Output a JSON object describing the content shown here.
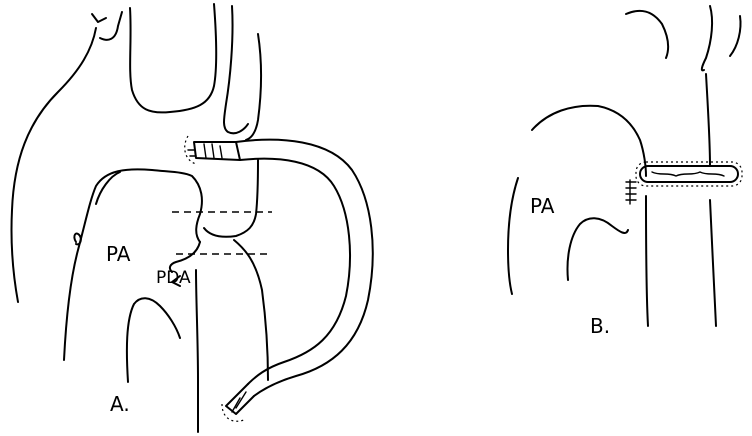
{
  "labels": {
    "pa_left": "PA",
    "pda": "PDA",
    "panel_a": "A.",
    "pa_right": "PA",
    "panel_b": "B."
  },
  "colors": {
    "ink": "#000000",
    "background": "#ffffff"
  }
}
